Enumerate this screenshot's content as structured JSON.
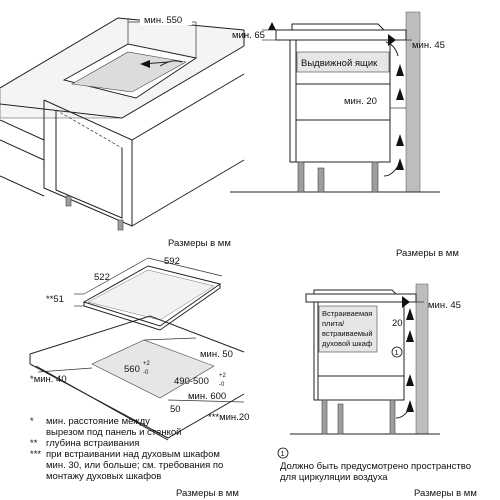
{
  "panel_tl": {
    "dim_min550": "мин. 550",
    "caption": "Размеры в мм"
  },
  "panel_tr": {
    "dim_min65": "мин. 65",
    "dim_min45": "мин. 45",
    "drawer_label": "Выдвижной ящик",
    "dim_min20": "мин. 20",
    "caption": "Размеры в мм"
  },
  "panel_bl": {
    "dim_522": "522",
    "dim_592": "592",
    "dim_51": "**51",
    "dim_min50": "мин. 50",
    "dim_560": "560",
    "dim_560_tol_up": "+2",
    "dim_560_tol_down": "-0",
    "dim_490_500": "490-500",
    "dim_490_tol_up": "+2",
    "dim_490_tol_down": "-0",
    "dim_min40": "*мин. 40",
    "dim_min600": "мин. 600",
    "dim_50": "50",
    "dim_min20": "***мин.20",
    "note1_mark": "*",
    "note1_text": "мин. расстояние между",
    "note1_text2": "вырезом под панель и стенкой",
    "note2_mark": "**",
    "note2_text": "глубина встраивания",
    "note3_mark": "***",
    "note3_text": "при встраивании над духовым шкафом",
    "note3_text2": "мин. 30, или больше; см. требования по",
    "note3_text3": "монтажу духовых шкафов",
    "caption": "Размеры в мм"
  },
  "panel_br": {
    "dim_min45": "мин. 45",
    "oven_label1": "Встраиваемая",
    "oven_label2": "плита/",
    "oven_label3": "встраиваемый",
    "oven_label4": "духовой шкаф",
    "dim_20": "20",
    "circle_mark": "1",
    "note_mark": "1",
    "note_text": "Должно быть предусмотрено пространство",
    "note_text2": "для циркуляции воздуха",
    "caption": "Размеры в мм"
  }
}
